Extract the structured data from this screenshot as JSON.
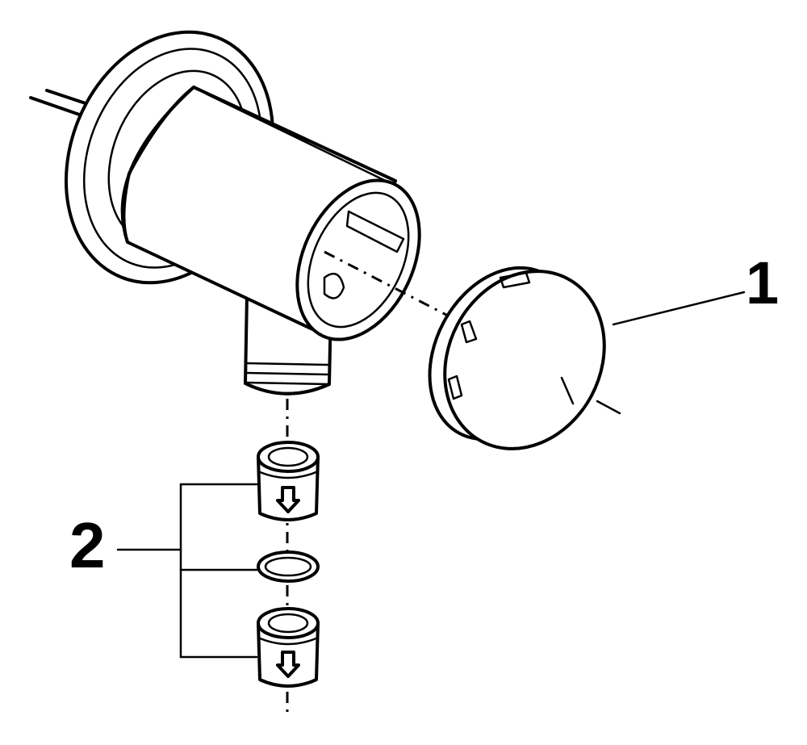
{
  "callouts": {
    "part_1": "1",
    "part_2": "2"
  },
  "colors": {
    "ink": "#000000",
    "paper": "#ffffff"
  },
  "parts": [
    {
      "id": "1",
      "depicts": "cover-cap"
    },
    {
      "id": "2",
      "depicts": "check-valve-set",
      "items": [
        "check-valve",
        "seal-ring",
        "check-valve"
      ]
    }
  ]
}
